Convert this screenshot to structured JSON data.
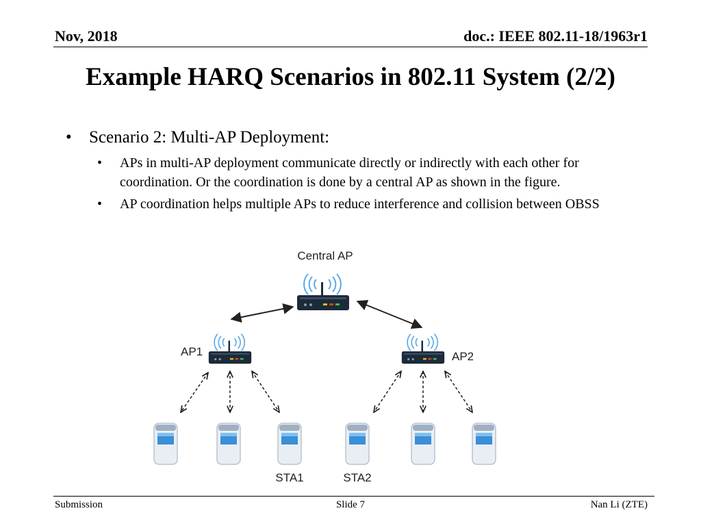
{
  "header": {
    "date": "Nov, 2018",
    "doc_id": "doc.: IEEE 802.11-18/1963r1"
  },
  "title": "Example HARQ Scenarios in 802.11 System (2/2)",
  "body": {
    "bullet_glyph": "•",
    "bullet": "Scenario 2: Multi-AP Deployment:",
    "sub_bullets": [
      "APs in multi-AP deployment communicate directly or indirectly with each other for coordination. Or the coordination is done by a central AP as shown in the figure.",
      "AP coordination helps multiple APs to reduce interference and collision between OBSS"
    ]
  },
  "figure": {
    "labels": {
      "central_ap": "Central AP",
      "ap1": "AP1",
      "ap2": "AP2",
      "sta1": "STA1",
      "sta2": "STA2"
    },
    "icons": [
      "router-icon",
      "wifi-signal-icon",
      "phone-icon",
      "double-arrow-icon"
    ],
    "colors": {
      "router_body": "#1c2a3a",
      "wifi_waves": "#5aa9e6",
      "phone_body": "#e9eef4",
      "phone_screen": "#3a8fd6"
    }
  },
  "footer": {
    "left": "Submission",
    "center": "Slide 7",
    "right": "Nan Li (ZTE)"
  }
}
